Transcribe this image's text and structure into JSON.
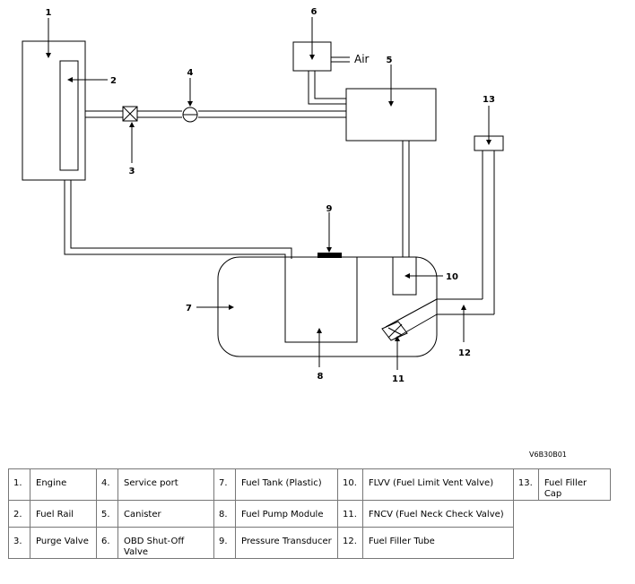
{
  "diagram": {
    "callouts": [
      "1",
      "2",
      "3",
      "4",
      "5",
      "6",
      "7",
      "8",
      "9",
      "10",
      "11",
      "12",
      "13"
    ],
    "air_label": "Air",
    "reference_code": "V6B30B01"
  },
  "legend": [
    [
      {
        "n": "1.",
        "t": "Engine"
      },
      {
        "n": "4.",
        "t": "Service port"
      },
      {
        "n": "7.",
        "t": "Fuel Tank (Plastic)"
      },
      {
        "n": "10.",
        "t": "FLVV (Fuel Limit Vent Valve)"
      },
      {
        "n": "13.",
        "t": "Fuel Filler Cap"
      }
    ],
    [
      {
        "n": "2.",
        "t": "Fuel Rail"
      },
      {
        "n": "5.",
        "t": "Canister"
      },
      {
        "n": "8.",
        "t": "Fuel Pump Module"
      },
      {
        "n": "11.",
        "t": "FNCV (Fuel Neck Check Valve)"
      }
    ],
    [
      {
        "n": "3.",
        "t": "Purge Valve"
      },
      {
        "n": "6.",
        "t": "OBD Shut-Off Valve"
      },
      {
        "n": "9.",
        "t": "Pressure Transducer"
      },
      {
        "n": "12.",
        "t": "Fuel Filler Tube"
      }
    ]
  ]
}
